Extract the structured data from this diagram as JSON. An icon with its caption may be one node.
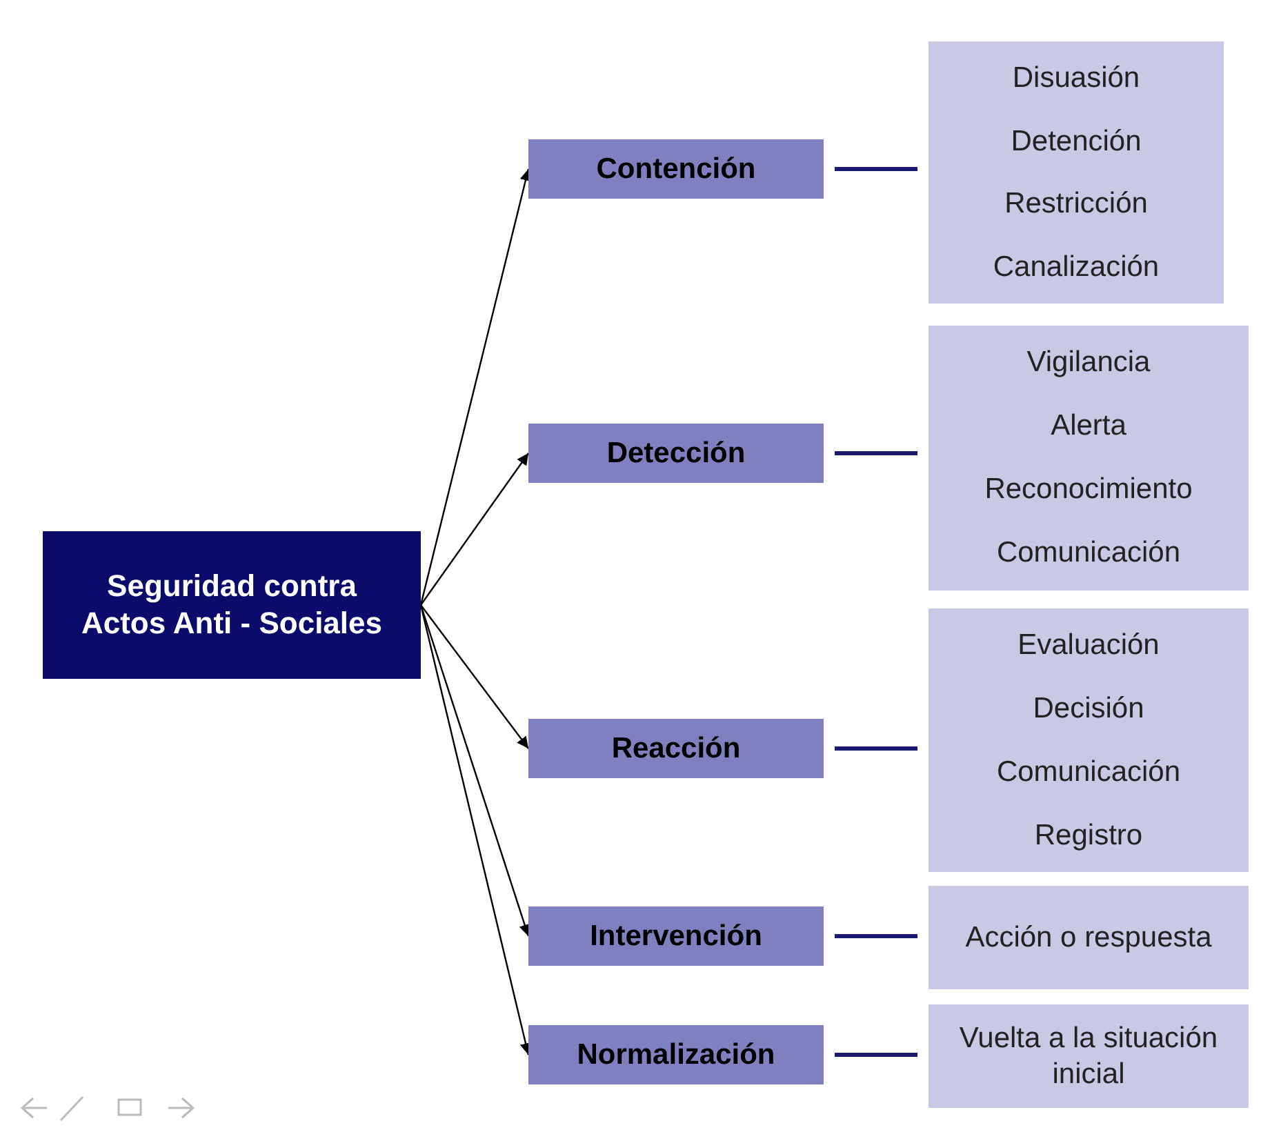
{
  "diagram": {
    "nodes": [
      {
        "text": [
          "Seguridad contra Actos Anti - Sociales"
        ]
      },
      {
        "text": [
          "Contención"
        ]
      },
      {
        "text": [
          "Detección"
        ]
      },
      {
        "text": [
          "Reacción"
        ]
      },
      {
        "text": [
          "Intervención"
        ]
      },
      {
        "text": [
          "Normalización"
        ]
      },
      {
        "text": [
          "Disuasión",
          "Detención",
          "Restricción",
          "Canalización"
        ]
      },
      {
        "text": [
          "Vigilancia",
          "Alerta",
          "Reconocimiento",
          "Comunicación"
        ]
      },
      {
        "text": [
          "Evaluación",
          "Decisión",
          "Comunicación",
          "Registro"
        ]
      },
      {
        "text": [
          "Acción o respuesta"
        ]
      },
      {
        "text": [
          "Vuelta a la situación inicial"
        ]
      }
    ],
    "edges": [
      {
        "from": 0,
        "to": 1,
        "arrow": "to"
      },
      {
        "from": 0,
        "to": 2,
        "arrow": "to"
      },
      {
        "from": 0,
        "to": 3,
        "arrow": "to"
      },
      {
        "from": 0,
        "to": 4,
        "arrow": "to"
      },
      {
        "from": 0,
        "to": 5,
        "arrow": "to"
      },
      {
        "from": 1,
        "to": 6,
        "arrow": "none",
        "style": "thick",
        "color": "#1a1a6e"
      },
      {
        "from": 2,
        "to": 7,
        "arrow": "none",
        "style": "thick",
        "color": "#1a1a6e"
      },
      {
        "from": 3,
        "to": 8,
        "arrow": "none",
        "style": "thick",
        "color": "#1a1a6e"
      },
      {
        "from": 4,
        "to": 9,
        "arrow": "none",
        "style": "thick",
        "color": "#1a1a6e"
      },
      {
        "from": 5,
        "to": 10,
        "arrow": "none",
        "style": "thick",
        "color": "#1a1a6e"
      }
    ]
  }
}
